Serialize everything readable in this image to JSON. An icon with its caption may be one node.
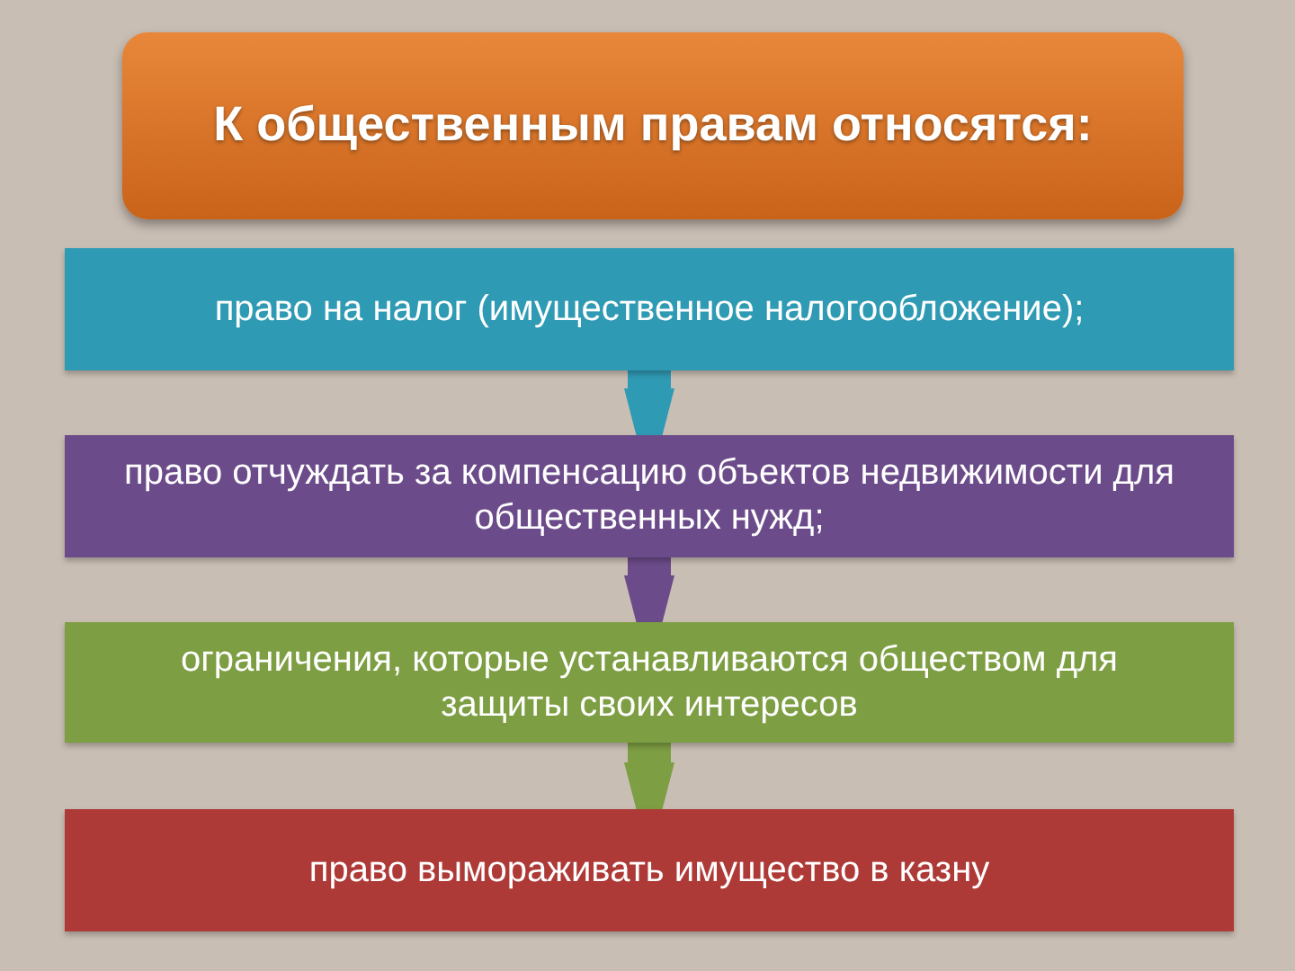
{
  "diagram": {
    "nodes": [
      {
        "text": [
          "К общественным правам относятся:"
        ]
      },
      {
        "text": [
          "право на налог (имущественное налогообложение);"
        ]
      },
      {
        "text": [
          "право отчуждать за компенсацию объектов недвижимости для общественных нужд;"
        ]
      },
      {
        "text": [
          "ограничения, которые устанавливаются обществом для защиты своих интересов"
        ]
      },
      {
        "text": [
          "право вымораживать имущество в казну"
        ]
      }
    ],
    "edges": [
      {
        "from": 1,
        "to": 2,
        "arrow": "to",
        "color": "#2f9ab4"
      },
      {
        "from": 2,
        "to": 3,
        "arrow": "to",
        "color": "#6c4b8a"
      },
      {
        "from": 3,
        "to": 4,
        "arrow": "to",
        "color": "#7d9e42"
      }
    ]
  }
}
